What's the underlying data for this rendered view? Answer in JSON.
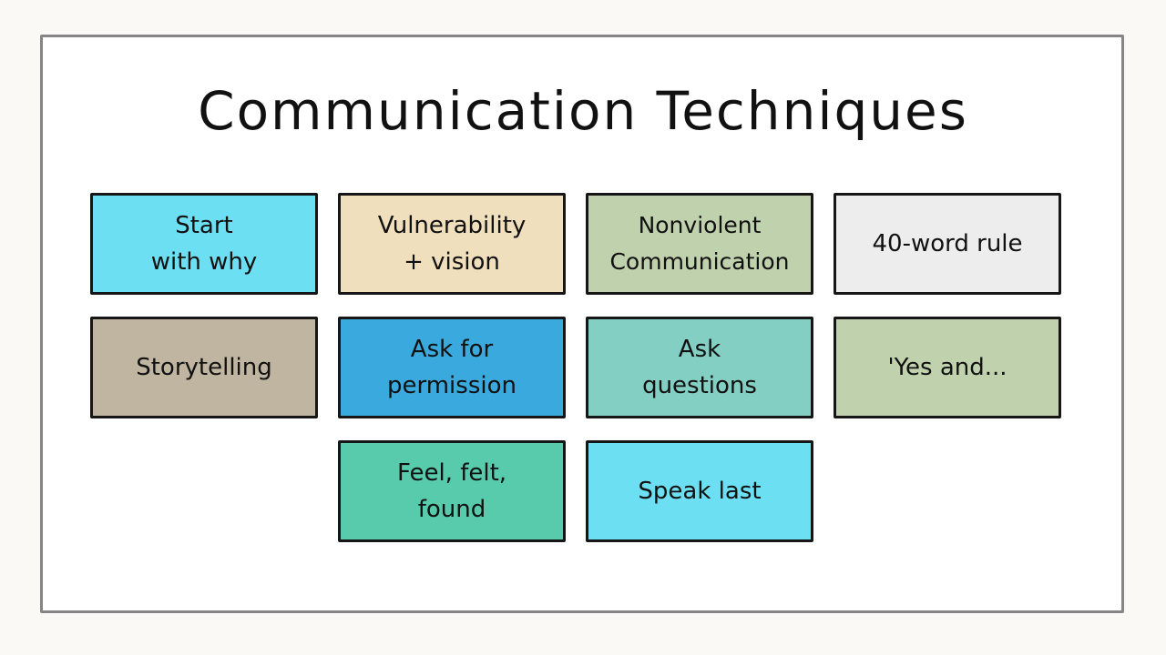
{
  "title": "Communication Techniques",
  "cards": [
    {
      "label": "Start\nwith why",
      "color": "#6ddff3"
    },
    {
      "label": "Vulnerability\n+ vision",
      "color": "#efdfbc"
    },
    {
      "label": "Nonviolent\nCommunication",
      "color": "#c0d2ad"
    },
    {
      "label": "40-word rule",
      "color": "#ededed"
    },
    {
      "label": "Storytelling",
      "color": "#bfb5a1"
    },
    {
      "label": "Ask for\npermission",
      "color": "#3aa9de"
    },
    {
      "label": "Ask\nquestions",
      "color": "#84cfc3"
    },
    {
      "label": "'Yes and...",
      "color": "#c0d2ad"
    },
    {
      "label": "Feel, felt,\nfound",
      "color": "#57cbab"
    },
    {
      "label": "Speak last",
      "color": "#6ddff3"
    }
  ]
}
